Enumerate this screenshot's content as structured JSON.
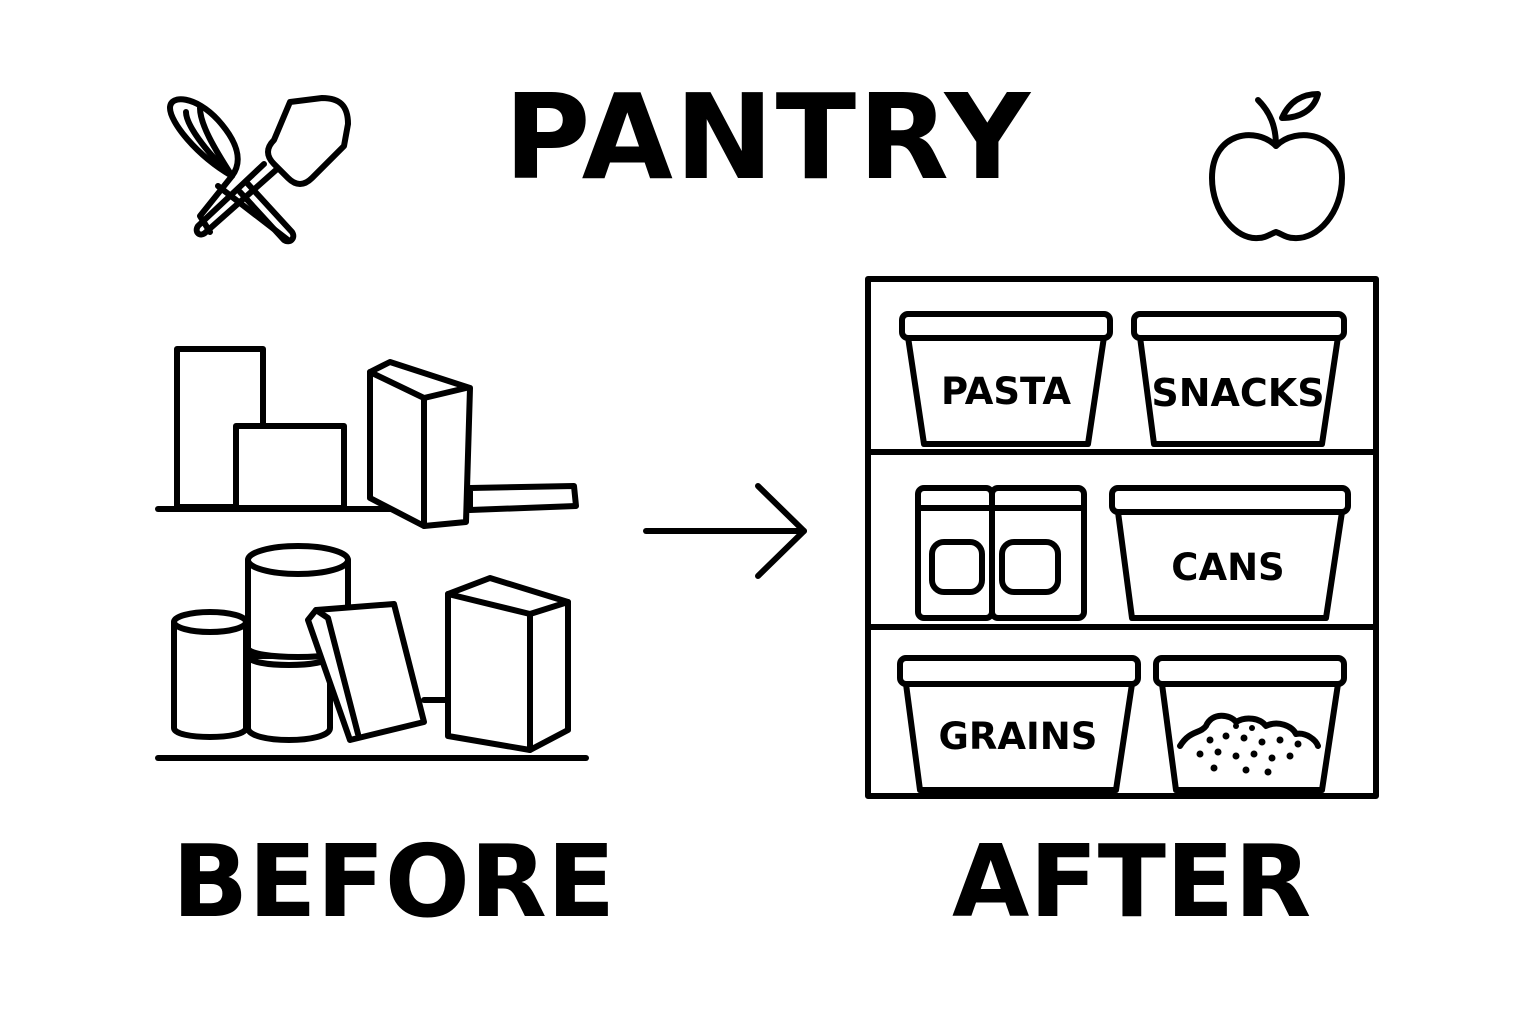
{
  "title": "PANTRY",
  "captions": {
    "before": "BEFORE",
    "after": "AFTER"
  },
  "containers": {
    "pasta": "PASTA",
    "snacks": "SNACKS",
    "cans": "CANS",
    "grains": "GRAINS"
  },
  "icons": [
    "whisk-icon",
    "spatula-icon",
    "apple-icon",
    "arrow-right-icon"
  ],
  "colors": {
    "ink": "#000000",
    "background": "#ffffff"
  }
}
